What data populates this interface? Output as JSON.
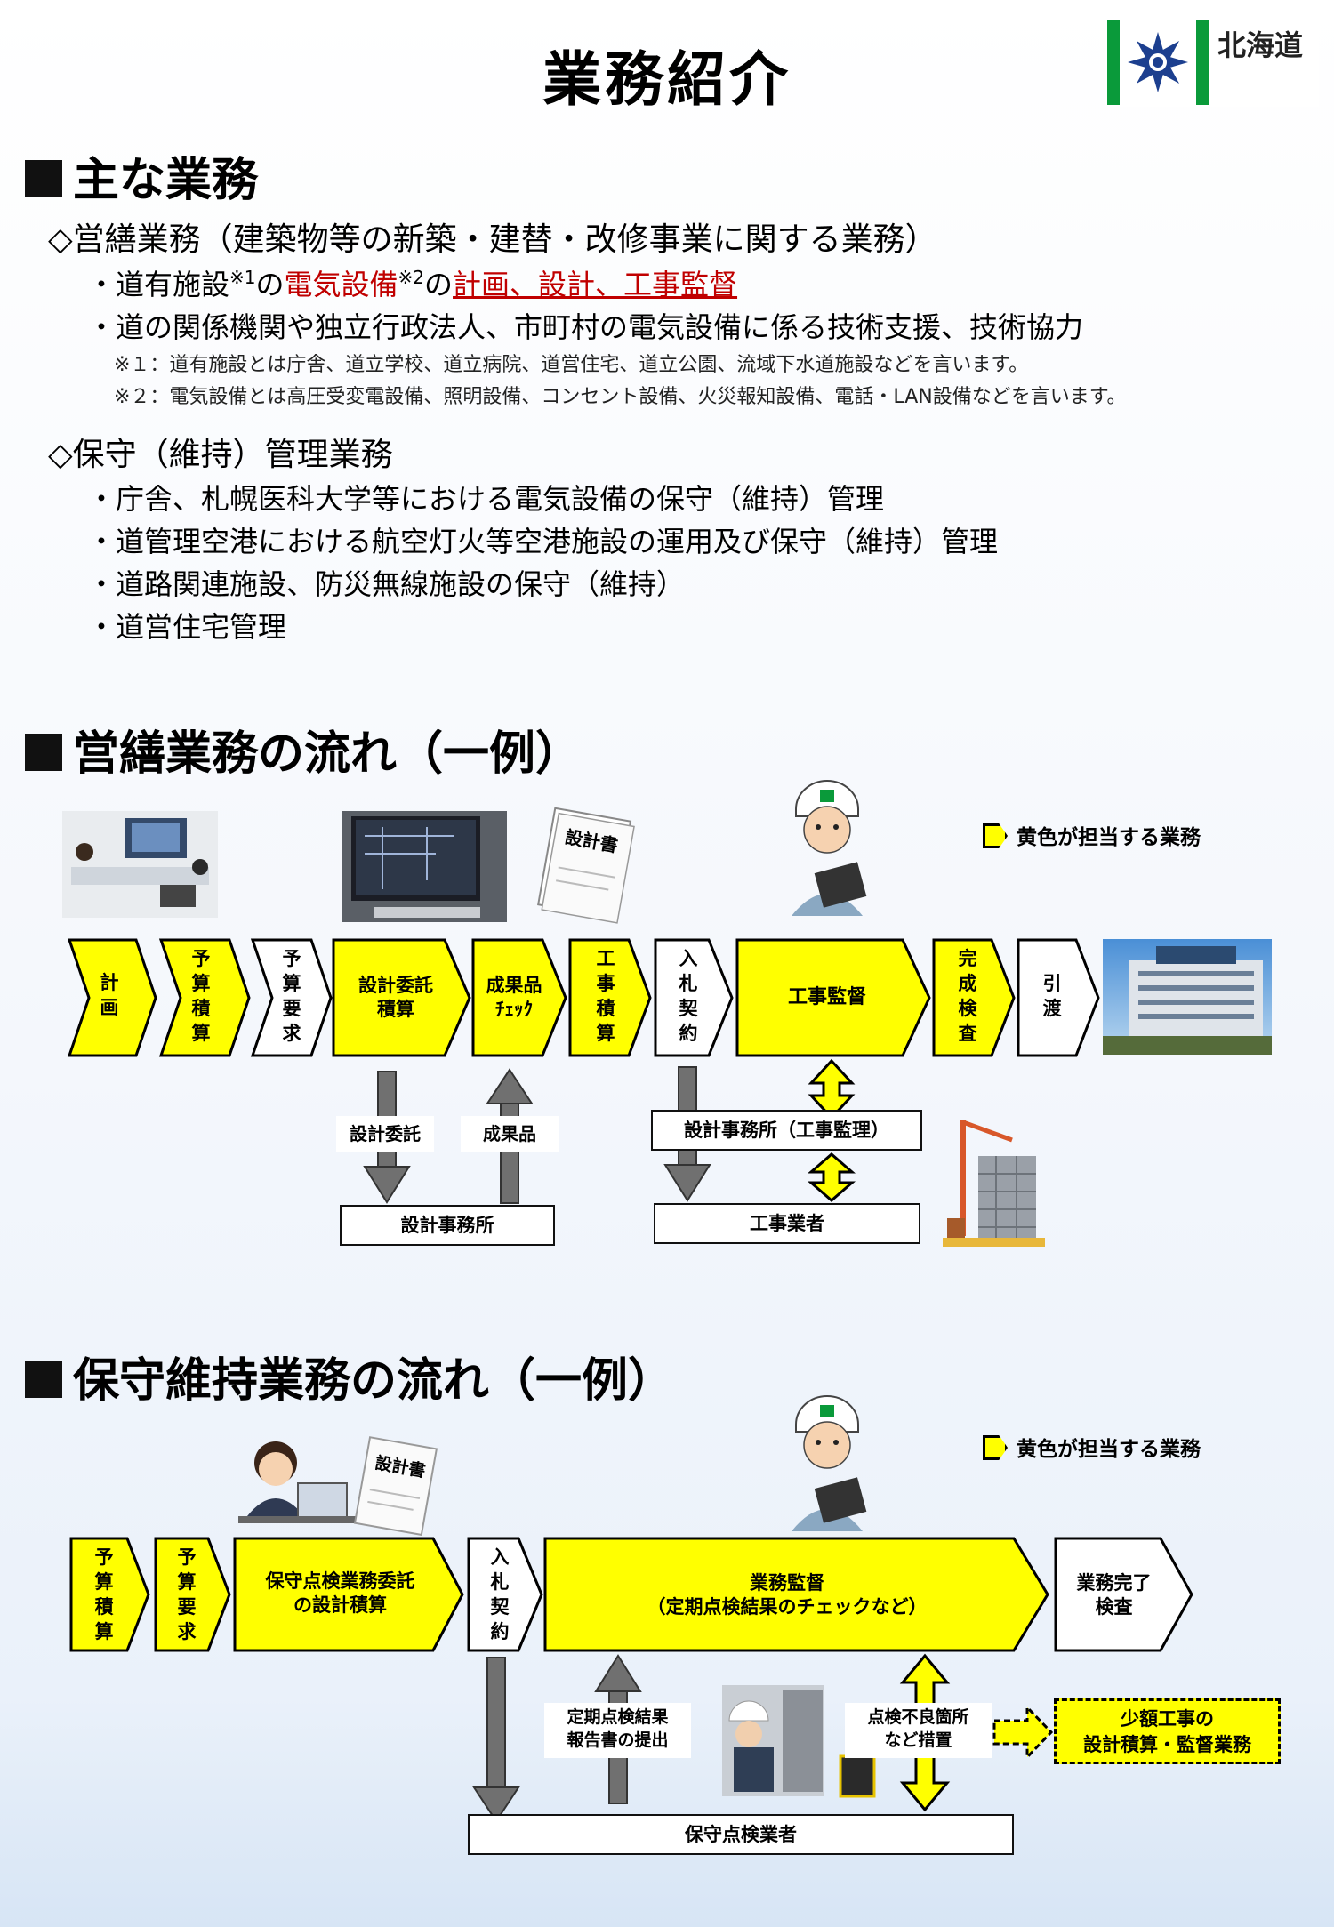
{
  "title": "業務紹介",
  "logo_text": "北海道",
  "main_heading": "主な業務",
  "eizen": {
    "heading": "◇営繕業務（建築物等の新築・建替・改修事業に関する業務）",
    "b1_pre": "・道有施設",
    "b1_sup1": "※1",
    "b1_mid": "の",
    "b1_red": "電気設備",
    "b1_sup2": "※2",
    "b1_post": "の",
    "b1_red_u": "計画、設計、工事監督",
    "b2": "・道の関係機関や独立行政法人、市町村の電気設備に係る技術支援、技術協力",
    "note1": "※１：道有施設とは庁舎、道立学校、道立病院、道営住宅、道立公園、流域下水道施設などを言います。",
    "note2": "※２：電気設備とは高圧受変電設備、照明設備、コンセント設備、火災報知設備、電話・LAN設備などを言います。"
  },
  "hoshu": {
    "heading": "◇保守（維持）管理業務",
    "items": [
      "・庁舎、札幌医科大学等における電気設備の保守（維持）管理",
      "・道管理空港における航空灯火等空港施設の運用及び保守（維持）管理",
      "・道路関連施設、防災無線施設の保守（維持）",
      "・道営住宅管理"
    ]
  },
  "flow1": {
    "heading": "営繕業務の流れ（一例）",
    "legend": "黄色が担当する業務",
    "doc_label": "設計書",
    "steps": [
      "計画",
      "予算積算",
      "予算要求",
      "設計委託\n積算",
      "成果品\nﾁｪｯｸ",
      "工事積算",
      "入札契約",
      "工事監督",
      "完成検査",
      "引渡"
    ],
    "arrow_down_label": "設計委託",
    "arrow_up_label": "成果品",
    "box_design_office": "設計事務所",
    "box_supervision": "設計事務所（工事監理）",
    "box_contractor": "工事業者"
  },
  "flow2": {
    "heading": "保守維持業務の流れ（一例）",
    "legend": "黄色が担当する業務",
    "doc_label": "設計書",
    "steps": [
      "予算積算",
      "予算要求",
      "保守点検業務委託\nの設計積算",
      "入札契約",
      "業務監督\n（定期点検結果のチェックなど）",
      "業務完了\n検査"
    ],
    "report_label": "定期点検結果\n報告書の提出",
    "defect_label": "点検不良箇所\nなど措置",
    "small_work": "少額工事の\n設計積算・監督業務",
    "box_inspector": "保守点検業者"
  },
  "colors": {
    "yellow": "#ffff00",
    "dark_arrow": "#707070",
    "logo_green": "#0a9a3a",
    "red": "#c00000"
  }
}
